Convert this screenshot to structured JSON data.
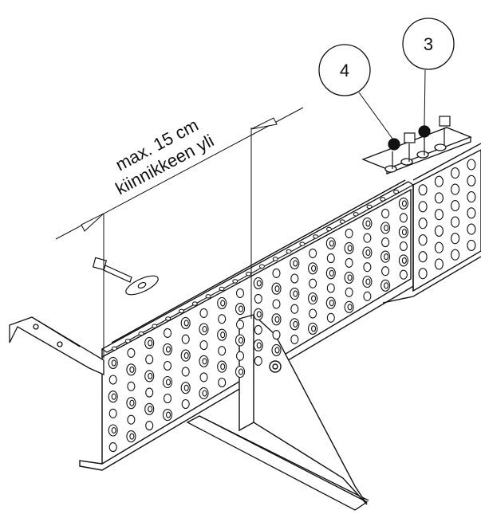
{
  "figure": {
    "dimension": {
      "line1": "max. 15 cm",
      "line2": "kiinnikkeen yli"
    },
    "callouts": [
      {
        "label": "4"
      },
      {
        "label": "3"
      }
    ]
  }
}
